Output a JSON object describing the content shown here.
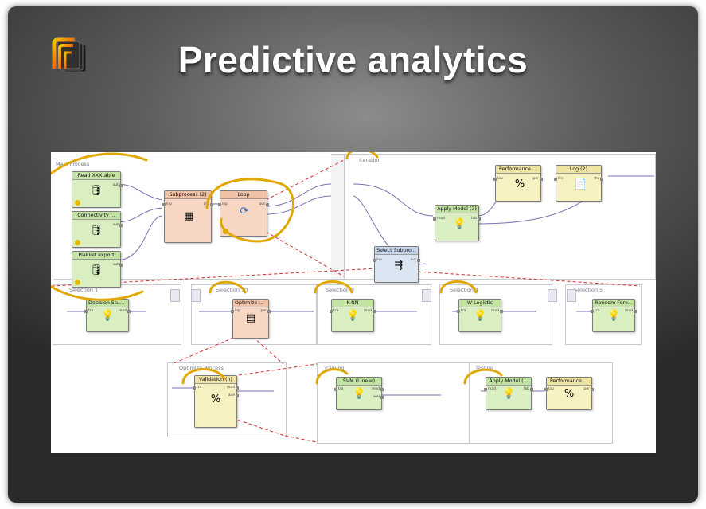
{
  "slide": {
    "title": "Predictive analytics",
    "logo_icon": "rapidminer-logo",
    "accent_color": "#e0a800"
  },
  "panels": {
    "main_process": "Main Process",
    "iteration": "Iteration",
    "selection_1": "Selection 1",
    "selection_10": "Selection 10",
    "selection_3": "Selection 3",
    "selection_4": "Selection 4",
    "selection_5": "Selection 5",
    "optimize_process": "Optimize Process",
    "training": "Training",
    "testing": "Testing"
  },
  "operators": {
    "read_a": "Read XXXtable",
    "read_b": "Connectivity ...",
    "read_c": "Plakliet export",
    "subprocess": "Subprocess (2)",
    "loop": "Loop",
    "performance_top": "Performance ...",
    "log": "Log (2)",
    "apply_model_top": "Apply Model (3)",
    "select_subprocess": "Select Subpro...",
    "decision_stump": "Decision Stump",
    "optimize_svm": "Optimize SVM",
    "knn": "K-NN",
    "w_logistic": "W-Logistic",
    "random_forest": "Random Fore...",
    "validation": "Validation (n)",
    "svm_linear": "SVM (Linear)",
    "apply_model": "Apply Model (...",
    "performance": "Performance ..."
  },
  "ports": {
    "inp": "inp",
    "out": "out",
    "mod": "mod",
    "exa": "exa",
    "tra": "tra",
    "ave": "ave",
    "lab": "lab",
    "per": "per",
    "wei": "wei",
    "res": "res",
    "thr": "thr"
  }
}
